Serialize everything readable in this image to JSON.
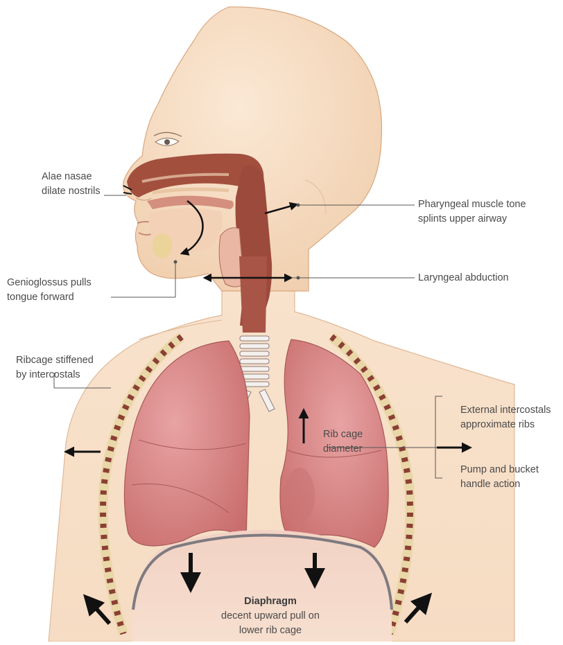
{
  "labels": {
    "alae_nasae": [
      "Alae nasae",
      "dilate nostrils"
    ],
    "pharyngeal": [
      "Pharyngeal muscle tone",
      "splints upper airway"
    ],
    "genioglossus": [
      "Genioglossus pulls",
      "tongue forward"
    ],
    "laryngeal": "Laryngeal abduction",
    "ribcage": [
      "Ribcage stiffened",
      "by intercostals"
    ],
    "external_intercostals": [
      "External intercostals",
      "approximate ribs"
    ],
    "rib_cage_diameter": [
      "Rib cage",
      "diameter"
    ],
    "pump_bucket": [
      "Pump and bucket",
      "handle action"
    ],
    "diaphragm_title": "Diaphragm",
    "diaphragm_desc": [
      "decent upward pull on",
      "lower rib cage"
    ]
  },
  "colors": {
    "skin": "#f5d9bc",
    "skin_outline": "#d9a67e",
    "lung": "#d98585",
    "lung_dark": "#b95d5d",
    "airway": "#9c4a3c",
    "diaphragm": "#807c80",
    "arrow": "#111111",
    "label_text": "#4a4a4a",
    "leader_line": "#555555"
  }
}
